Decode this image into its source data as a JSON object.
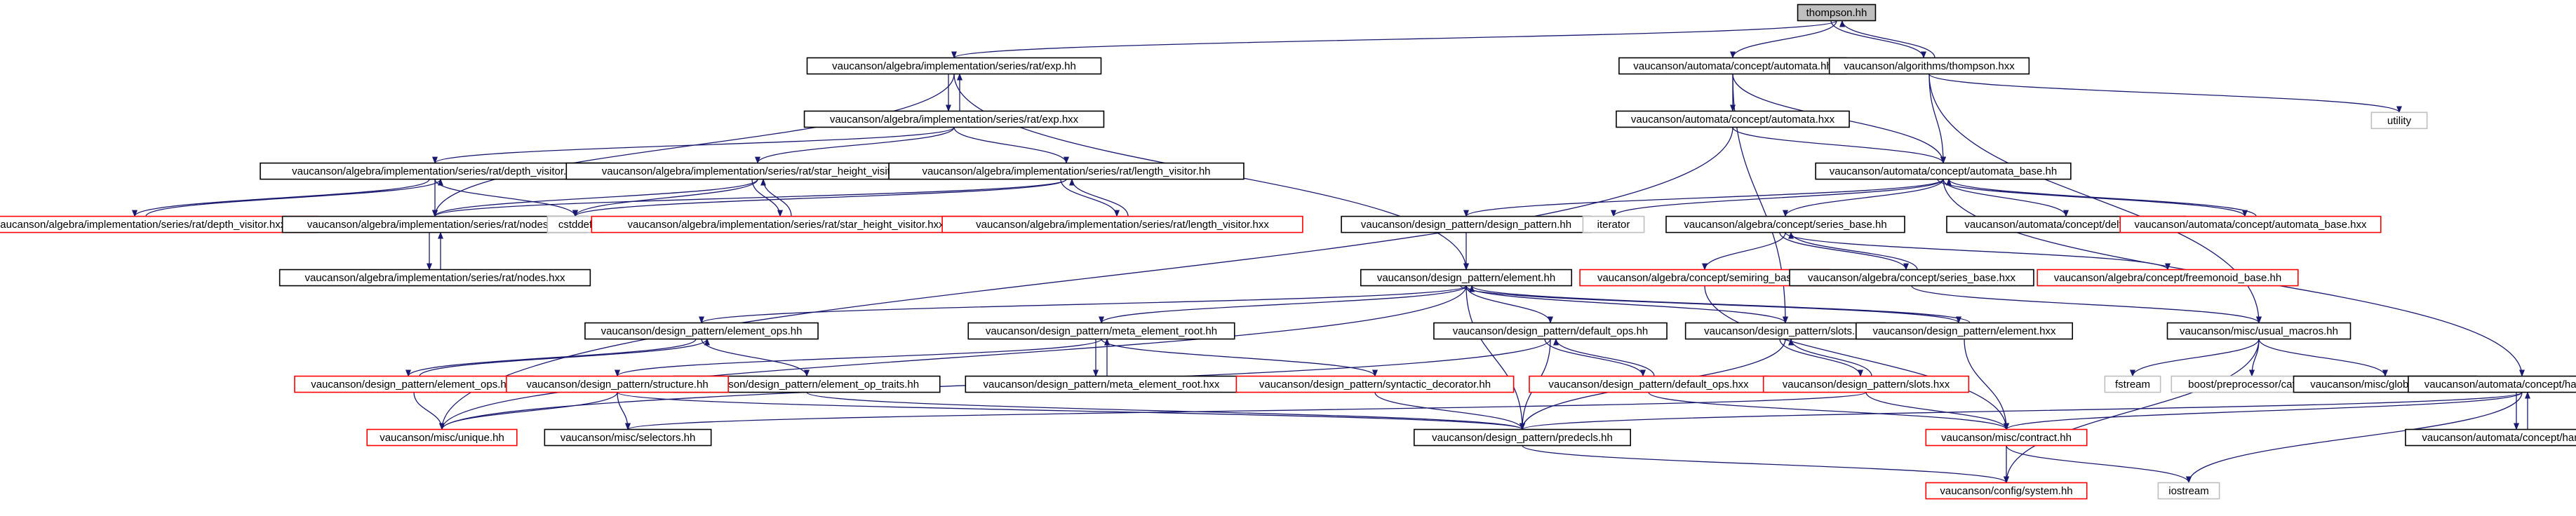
{
  "colors": {
    "edge": "#191970",
    "arrow": "#191970",
    "border_normal": "#000000",
    "border_external": "#ff0000",
    "border_system": "#bfbfbf",
    "root_fill": "#bfbfbf",
    "fill": "#ffffff"
  },
  "nodes": {
    "thompson_hh": {
      "label": "thompson.hh",
      "kind": "root"
    },
    "exp_hh": {
      "label": "vaucanson/algebra/implementation/series/rat/exp.hh",
      "kind": "normal"
    },
    "exp_hxx": {
      "label": "vaucanson/algebra/implementation/series/rat/exp.hxx",
      "kind": "normal"
    },
    "automata_hh": {
      "label": "vaucanson/automata/concept/automata.hh",
      "kind": "normal"
    },
    "automata_hxx": {
      "label": "vaucanson/automata/concept/automata.hxx",
      "kind": "normal"
    },
    "thompson_hxx": {
      "label": "vaucanson/algorithms/thompson.hxx",
      "kind": "normal"
    },
    "utility": {
      "label": "utility",
      "kind": "system"
    },
    "depth_hh": {
      "label": "vaucanson/algebra/implementation/series/rat/depth_visitor.hh",
      "kind": "normal"
    },
    "star_hh": {
      "label": "vaucanson/algebra/implementation/series/rat/star_height_visitor.hh",
      "kind": "normal"
    },
    "length_hh": {
      "label": "vaucanson/algebra/implementation/series/rat/length_visitor.hh",
      "kind": "normal"
    },
    "automata_base_hh": {
      "label": "vaucanson/automata/concept/automata_base.hh",
      "kind": "normal"
    },
    "depth_hxx": {
      "label": "vaucanson/algebra/implementation/series/rat/depth_visitor.hxx",
      "kind": "external"
    },
    "nodes_hh": {
      "label": "vaucanson/algebra/implementation/series/rat/nodes.hh",
      "kind": "normal"
    },
    "cstddef": {
      "label": "cstddef",
      "kind": "system"
    },
    "star_hxx": {
      "label": "vaucanson/algebra/implementation/series/rat/star_height_visitor.hxx",
      "kind": "external"
    },
    "length_hxx": {
      "label": "vaucanson/algebra/implementation/series/rat/length_visitor.hxx",
      "kind": "external"
    },
    "design_pattern_hh": {
      "label": "vaucanson/design_pattern/design_pattern.hh",
      "kind": "normal"
    },
    "iterator": {
      "label": "iterator",
      "kind": "system"
    },
    "series_base_hh": {
      "label": "vaucanson/algebra/concept/series_base.hh",
      "kind": "normal"
    },
    "delta_kind": {
      "label": "vaucanson/automata/concept/delta_kind.hh",
      "kind": "normal"
    },
    "automata_base_hxx": {
      "label": "vaucanson/automata/concept/automata_base.hxx",
      "kind": "external"
    },
    "nodes_hxx": {
      "label": "vaucanson/algebra/implementation/series/rat/nodes.hxx",
      "kind": "normal"
    },
    "semiring_base": {
      "label": "vaucanson/algebra/concept/semiring_base.hh",
      "kind": "external"
    },
    "series_base_hxx": {
      "label": "vaucanson/algebra/concept/series_base.hxx",
      "kind": "normal"
    },
    "freemonoid_base": {
      "label": "vaucanson/algebra/concept/freemonoid_base.hh",
      "kind": "external"
    },
    "element_hh": {
      "label": "vaucanson/design_pattern/element.hh",
      "kind": "normal"
    },
    "element_ops_hh": {
      "label": "vaucanson/design_pattern/element_ops.hh",
      "kind": "normal"
    },
    "meta_root_hh": {
      "label": "vaucanson/design_pattern/meta_element_root.hh",
      "kind": "normal"
    },
    "default_ops_hh": {
      "label": "vaucanson/design_pattern/default_ops.hh",
      "kind": "normal"
    },
    "slots_hh": {
      "label": "vaucanson/design_pattern/slots.hh",
      "kind": "normal"
    },
    "element_hxx": {
      "label": "vaucanson/design_pattern/element.hxx",
      "kind": "normal"
    },
    "usual_macros": {
      "label": "vaucanson/misc/usual_macros.hh",
      "kind": "normal"
    },
    "element_ops_hxx": {
      "label": "vaucanson/design_pattern/element_ops.hxx",
      "kind": "external"
    },
    "element_op_traits": {
      "label": "vaucanson/design_pattern/element_op_traits.hh",
      "kind": "normal"
    },
    "structure_hh": {
      "label": "vaucanson/design_pattern/structure.hh",
      "kind": "external"
    },
    "meta_root_hxx": {
      "label": "vaucanson/design_pattern/meta_element_root.hxx",
      "kind": "normal"
    },
    "syntactic_decorator": {
      "label": "vaucanson/design_pattern/syntactic_decorator.hh",
      "kind": "external"
    },
    "default_ops_hxx": {
      "label": "vaucanson/design_pattern/default_ops.hxx",
      "kind": "external"
    },
    "slots_hxx": {
      "label": "vaucanson/design_pattern/slots.hxx",
      "kind": "external"
    },
    "fstream": {
      "label": "fstream",
      "kind": "system"
    },
    "cat_hpp": {
      "label": "boost/preprocessor/cat.hpp",
      "kind": "system"
    },
    "global_timer": {
      "label": "vaucanson/misc/global_timer.hh",
      "kind": "normal"
    },
    "handlers_hh": {
      "label": "vaucanson/automata/concept/handlers.hh",
      "kind": "normal"
    },
    "unique_hh": {
      "label": "vaucanson/misc/unique.hh",
      "kind": "external"
    },
    "selectors_hh": {
      "label": "vaucanson/misc/selectors.hh",
      "kind": "normal"
    },
    "predecls_hh": {
      "label": "vaucanson/design_pattern/predecls.hh",
      "kind": "normal"
    },
    "contract_hh": {
      "label": "vaucanson/misc/contract.hh",
      "kind": "external"
    },
    "handlers_hxx": {
      "label": "vaucanson/automata/concept/handlers.hxx",
      "kind": "normal"
    },
    "system_hh": {
      "label": "vaucanson/config/system.hh",
      "kind": "external"
    },
    "iostream": {
      "label": "iostream",
      "kind": "system"
    }
  },
  "edges": [
    [
      "thompson_hh",
      "exp_hh"
    ],
    [
      "thompson_hh",
      "automata_hh"
    ],
    [
      "thompson_hh",
      "thompson_hxx"
    ],
    [
      "thompson_hxx",
      "thompson_hh"
    ],
    [
      "thompson_hxx",
      "utility"
    ],
    [
      "thompson_hxx",
      "automata_base_hh"
    ],
    [
      "thompson_hxx",
      "usual_macros"
    ],
    [
      "exp_hh",
      "exp_hxx"
    ],
    [
      "exp_hxx",
      "exp_hh"
    ],
    [
      "exp_hh",
      "element_hh"
    ],
    [
      "exp_hh",
      "nodes_hh"
    ],
    [
      "exp_hxx",
      "depth_hh"
    ],
    [
      "exp_hxx",
      "star_hh"
    ],
    [
      "exp_hxx",
      "length_hh"
    ],
    [
      "depth_hh",
      "depth_hxx"
    ],
    [
      "depth_hxx",
      "depth_hh"
    ],
    [
      "depth_hh",
      "nodes_hh"
    ],
    [
      "depth_hh",
      "cstddef"
    ],
    [
      "star_hh",
      "star_hxx"
    ],
    [
      "star_hxx",
      "star_hh"
    ],
    [
      "star_hh",
      "nodes_hh"
    ],
    [
      "star_hh",
      "cstddef"
    ],
    [
      "length_hh",
      "length_hxx"
    ],
    [
      "length_hxx",
      "length_hh"
    ],
    [
      "length_hh",
      "nodes_hh"
    ],
    [
      "length_hh",
      "cstddef"
    ],
    [
      "nodes_hh",
      "nodes_hxx"
    ],
    [
      "nodes_hxx",
      "nodes_hh"
    ],
    [
      "automata_hh",
      "automata_hxx"
    ],
    [
      "automata_hh",
      "automata_base_hh"
    ],
    [
      "automata_hh",
      "slots_hh"
    ],
    [
      "automata_hxx",
      "automata_base_hh"
    ],
    [
      "automata_hxx",
      "unique_hh"
    ],
    [
      "automata_base_hh",
      "design_pattern_hh"
    ],
    [
      "automata_base_hh",
      "iterator"
    ],
    [
      "automata_base_hh",
      "series_base_hh"
    ],
    [
      "automata_base_hh",
      "delta_kind"
    ],
    [
      "automata_base_hh",
      "automata_base_hxx"
    ],
    [
      "automata_base_hxx",
      "automata_base_hh"
    ],
    [
      "automata_base_hh",
      "handlers_hh"
    ],
    [
      "design_pattern_hh",
      "element_hh"
    ],
    [
      "series_base_hh",
      "semiring_base"
    ],
    [
      "series_base_hh",
      "series_base_hxx"
    ],
    [
      "series_base_hxx",
      "series_base_hh"
    ],
    [
      "series_base_hh",
      "freemonoid_base"
    ],
    [
      "series_base_hxx",
      "usual_macros"
    ],
    [
      "semiring_base",
      "contract_hh"
    ],
    [
      "element_hh",
      "element_ops_hh"
    ],
    [
      "element_hh",
      "meta_root_hh"
    ],
    [
      "element_hh",
      "default_ops_hh"
    ],
    [
      "element_hh",
      "slots_hh"
    ],
    [
      "element_hh",
      "element_hxx"
    ],
    [
      "element_hxx",
      "element_hh"
    ],
    [
      "element_hh",
      "predecls_hh"
    ],
    [
      "element_hh",
      "unique_hh"
    ],
    [
      "element_ops_hh",
      "element_ops_hxx"
    ],
    [
      "element_ops_hxx",
      "element_ops_hh"
    ],
    [
      "element_ops_hh",
      "element_op_traits"
    ],
    [
      "element_ops_hxx",
      "unique_hh"
    ],
    [
      "meta_root_hh",
      "structure_hh"
    ],
    [
      "meta_root_hh",
      "meta_root_hxx"
    ],
    [
      "meta_root_hxx",
      "meta_root_hh"
    ],
    [
      "meta_root_hh",
      "syntactic_decorator"
    ],
    [
      "structure_hh",
      "unique_hh"
    ],
    [
      "structure_hh",
      "selectors_hh"
    ],
    [
      "structure_hh",
      "predecls_hh"
    ],
    [
      "element_op_traits",
      "predecls_hh"
    ],
    [
      "syntactic_decorator",
      "predecls_hh"
    ],
    [
      "default_ops_hh",
      "default_ops_hxx"
    ],
    [
      "default_ops_hxx",
      "default_ops_hh"
    ],
    [
      "default_ops_hh",
      "predecls_hh"
    ],
    [
      "default_ops_hh",
      "unique_hh"
    ],
    [
      "default_ops_hxx",
      "contract_hh"
    ],
    [
      "slots_hh",
      "slots_hxx"
    ],
    [
      "slots_hxx",
      "slots_hh"
    ],
    [
      "slots_hh",
      "predecls_hh"
    ],
    [
      "slots_hxx",
      "selectors_hh"
    ],
    [
      "slots_hxx",
      "contract_hh"
    ],
    [
      "element_hxx",
      "contract_hh"
    ],
    [
      "usual_macros",
      "fstream"
    ],
    [
      "usual_macros",
      "cat_hpp"
    ],
    [
      "usual_macros",
      "global_timer"
    ],
    [
      "usual_macros",
      "system_hh"
    ],
    [
      "handlers_hh",
      "handlers_hxx"
    ],
    [
      "handlers_hxx",
      "handlers_hh"
    ],
    [
      "handlers_hh",
      "predecls_hh"
    ],
    [
      "handlers_hh",
      "iostream"
    ],
    [
      "handlers_hh",
      "contract_hh"
    ],
    [
      "predecls_hh",
      "system_hh"
    ],
    [
      "contract_hh",
      "system_hh"
    ],
    [
      "contract_hh",
      "iostream"
    ]
  ]
}
